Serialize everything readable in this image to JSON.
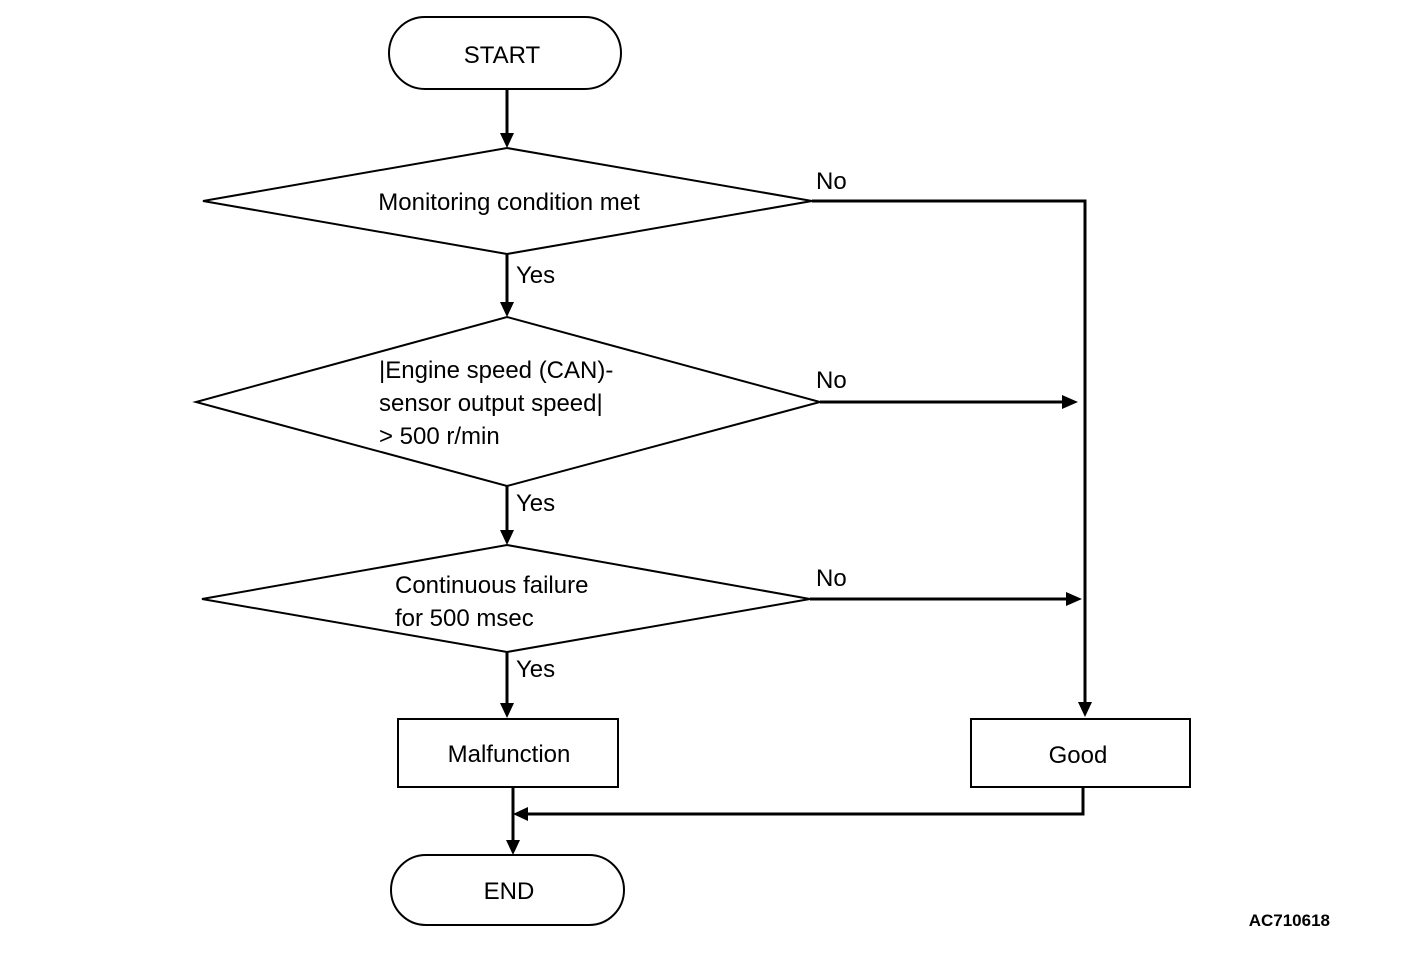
{
  "flowchart": {
    "start_label": "START",
    "end_label": "END",
    "decisions": [
      {
        "lines": [
          "Monitoring condition met"
        ]
      },
      {
        "lines": [
          "|Engine speed (CAN)-",
          "sensor output speed|",
          "> 500 r/min"
        ]
      },
      {
        "lines": [
          "Continuous failure",
          "for 500 msec"
        ]
      }
    ],
    "yes_label": "Yes",
    "no_label": "No",
    "malfunction_label": "Malfunction",
    "good_label": "Good"
  },
  "figure_code": "AC710618"
}
